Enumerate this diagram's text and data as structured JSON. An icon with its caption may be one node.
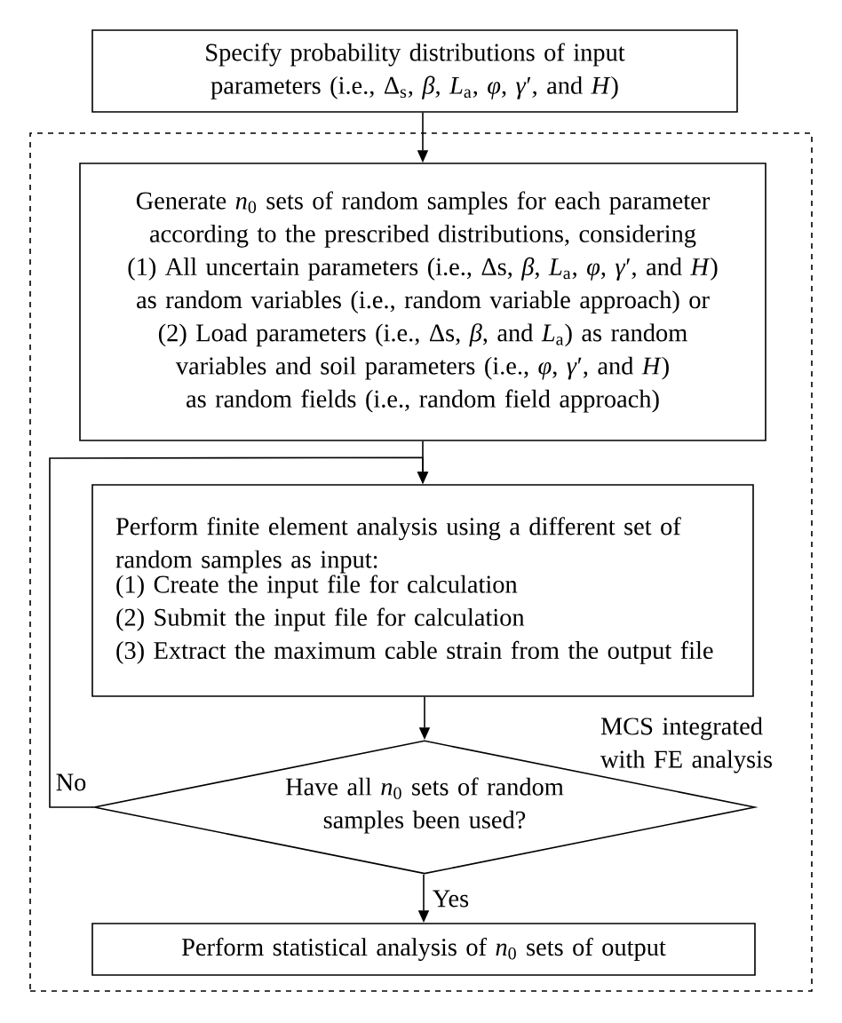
{
  "diagram": {
    "nodes": [
      {
        "text": [
          "Specify probability distributions of input parameters (i.e., Δ$_{s}$, *β*, *L*$_{a}$, *φ*, *γ*′, and *H*)"
        ]
      },
      {
        "text": [
          "MCS integrated with FE analysis"
        ]
      },
      {
        "text": [
          "Generate *n*$_{0}$ sets of random samples for each parameter according to the prescribed distributions, considering",
          "(1) All uncertain parameters (i.e., Δs, *β*, *L*$_{a}$, *φ*, *γ*′, and *H*) as random variables (i.e., random variable approach) or",
          "(2) Load parameters (i.e., Δs, *β*, and *L*$_{a}$) as random variables and soil parameters (i.e., *φ*, *γ*′, and *H*) as random fields (i.e., random field approach)"
        ],
        "in": 1
      },
      {
        "text": [
          "Perform finite element analysis using a different set of random samples as input:",
          "(1) Create the input file for calculation",
          "(2) Submit the input file for calculation",
          "(3) Extract the maximum cable strain from the output file"
        ],
        "in": 1
      },
      {
        "text": [
          "Have all *n*$_{0}$ sets of random samples been used?"
        ],
        "in": 1
      },
      {
        "text": [
          "Perform statistical analysis of *n*$_{0}$ sets of output"
        ],
        "in": 1
      }
    ],
    "edges": [
      {
        "from": 0,
        "to": 2,
        "arrow": "to"
      },
      {
        "from": 2,
        "to": 3,
        "arrow": "to"
      },
      {
        "from": 3,
        "to": 4,
        "arrow": "to"
      },
      {
        "from": 4,
        "to": 3,
        "arrow": "to",
        "label": "No"
      },
      {
        "from": 4,
        "to": 5,
        "arrow": "to",
        "label": "Yes"
      }
    ]
  }
}
